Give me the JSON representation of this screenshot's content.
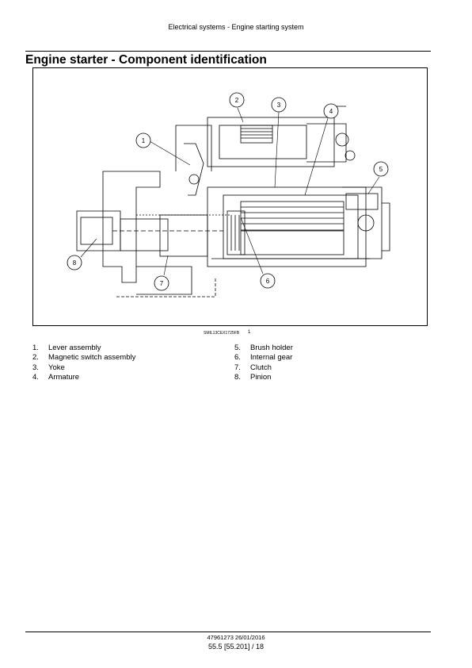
{
  "header": {
    "running_title": "Electrical systems - Engine starting system"
  },
  "page": {
    "title": "Engine starter - Component identification"
  },
  "figure": {
    "reference_code": "SMIL13CEX1725FB",
    "figure_number": "1",
    "callouts": [
      "1",
      "2",
      "3",
      "4",
      "5",
      "6",
      "7",
      "8"
    ]
  },
  "legend": {
    "items": [
      {
        "num": "1.",
        "label": "Lever assembly"
      },
      {
        "num": "2.",
        "label": "Magnetic switch assembly"
      },
      {
        "num": "3.",
        "label": "Yoke"
      },
      {
        "num": "4.",
        "label": "Armature"
      },
      {
        "num": "5.",
        "label": "Brush holder"
      },
      {
        "num": "6.",
        "label": "Internal gear"
      },
      {
        "num": "7.",
        "label": "Clutch"
      },
      {
        "num": "8.",
        "label": "Pinion"
      }
    ]
  },
  "footer": {
    "doc_id": "47961273 26/01/2016",
    "page_ref": "55.5 [55.201] / 18"
  }
}
